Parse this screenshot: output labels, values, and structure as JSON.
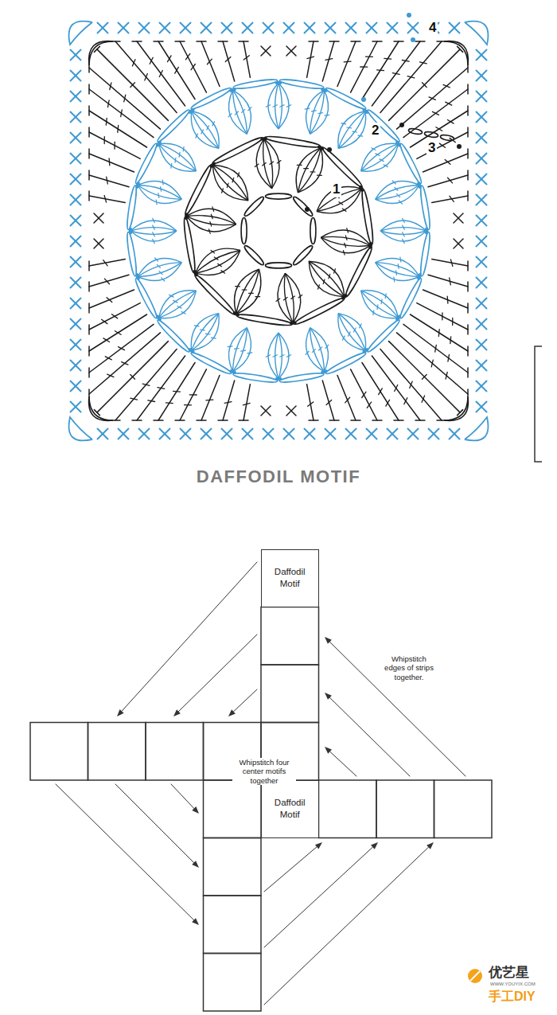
{
  "diagram": {
    "title": "DAFFODIL MOTIF",
    "nodes": [
      {
        "text": [
          "Daffodil Motif"
        ]
      },
      {
        "text": [
          "Daffodil Motif"
        ]
      }
    ],
    "labels": [
      "1",
      "2",
      "3",
      "4",
      "Whipstitch edges of strips together.",
      "Whipstitch four center motifs together",
      "优艺星",
      "WWW.YOUYIX.COM",
      "手工DIY"
    ]
  }
}
